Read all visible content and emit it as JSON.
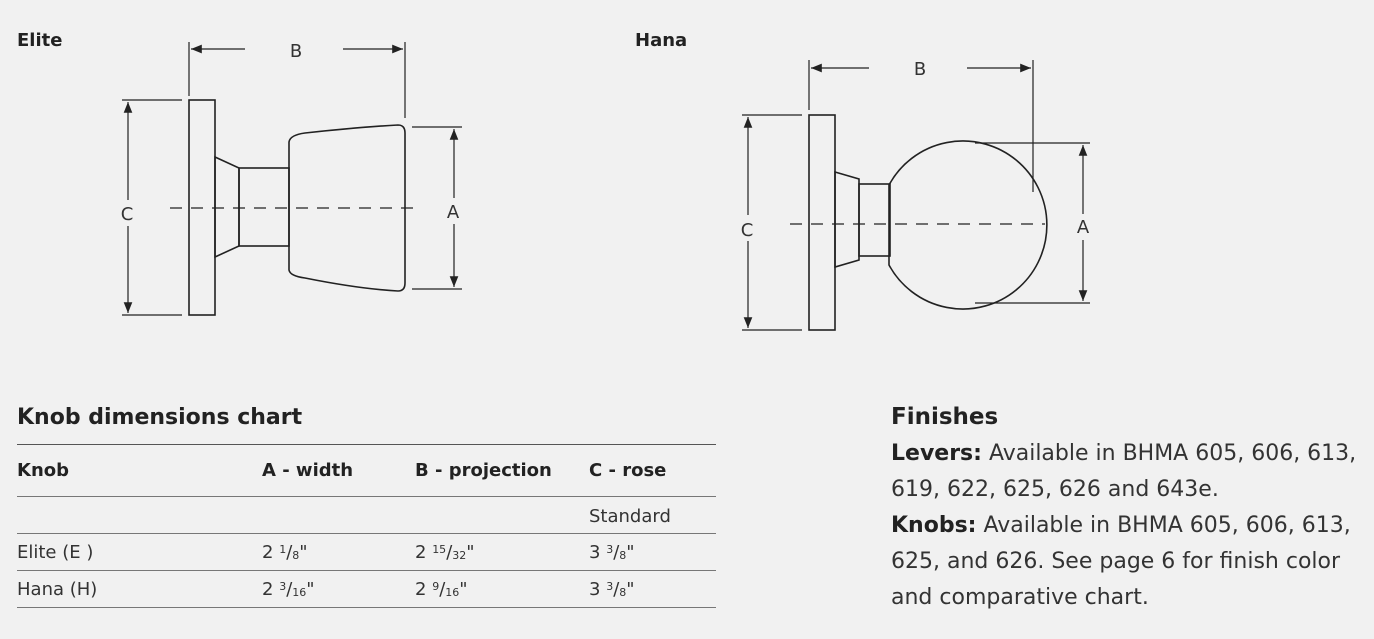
{
  "diagrams": [
    {
      "label": "Elite",
      "dims": {
        "b": "B",
        "a": "A",
        "c": "C"
      }
    },
    {
      "label": "Hana",
      "dims": {
        "b": "B",
        "a": "A",
        "c": "C"
      }
    }
  ],
  "chart": {
    "title": "Knob dimensions chart",
    "headers": [
      "Knob",
      "A - width",
      "B - projection",
      "C - rose"
    ],
    "subheader": "Standard",
    "rows": [
      {
        "knob": "Elite (E )",
        "a": {
          "whole": "2",
          "num": "1",
          "den": "8"
        },
        "b": {
          "whole": "2",
          "num": "15",
          "den": "32"
        },
        "c": {
          "whole": "3",
          "num": "3",
          "den": "8"
        }
      },
      {
        "knob": "Hana (H)",
        "a": {
          "whole": "2",
          "num": "3",
          "den": "16"
        },
        "b": {
          "whole": "2",
          "num": "9",
          "den": "16"
        },
        "c": {
          "whole": "3",
          "num": "3",
          "den": "8"
        }
      }
    ],
    "inch_mark": "\""
  },
  "finishes": {
    "title": "Finishes",
    "levers_label": "Levers:",
    "levers_text": " Available in BHMA 605, 606, 613, 619, 622, 625, 626 and 643e.",
    "knobs_label": "Knobs:",
    "knobs_text": " Available in BHMA 605, 606, 613, 625, and 626. See page 6 for finish color and comparative chart."
  }
}
